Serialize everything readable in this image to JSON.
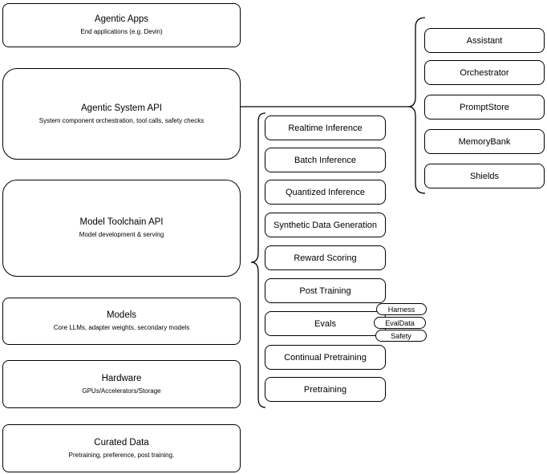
{
  "diagram": {
    "left_stack": [
      {
        "title": "Agentic Apps",
        "subtitle": "End applications (e.g. Devin)"
      },
      {
        "title": "Agentic System API",
        "subtitle": "System component orchestration, tool calls, safety checks"
      },
      {
        "title": "Model Toolchain API",
        "subtitle": "Model development & serving"
      },
      {
        "title": "Models",
        "subtitle": "Core LLMs, adapter weights, secondary models"
      },
      {
        "title": "Hardware",
        "subtitle": "GPUs/Accelerators/Storage"
      },
      {
        "title": "Curated Data",
        "subtitle": "Pretraining, preference, post training."
      }
    ],
    "toolchain_components": [
      {
        "label": "Realtime Inference"
      },
      {
        "label": "Batch Inference"
      },
      {
        "label": "Quantized Inference"
      },
      {
        "label": "Synthetic Data Generation"
      },
      {
        "label": "Reward Scoring"
      },
      {
        "label": "Post Training"
      },
      {
        "label": "Evals"
      },
      {
        "label": "Continual Pretraining"
      },
      {
        "label": "Pretraining"
      }
    ],
    "eval_tags": [
      {
        "label": "Harness"
      },
      {
        "label": "EvalData"
      },
      {
        "label": "Safety"
      }
    ],
    "system_components": [
      {
        "label": "Assistant"
      },
      {
        "label": "Orchestrator"
      },
      {
        "label": "PromptStore"
      },
      {
        "label": "MemoryBank"
      },
      {
        "label": "Shields"
      }
    ],
    "colors": {
      "stroke": "#000000",
      "background": "#ffffff",
      "box_fill": "#ffffff"
    }
  }
}
